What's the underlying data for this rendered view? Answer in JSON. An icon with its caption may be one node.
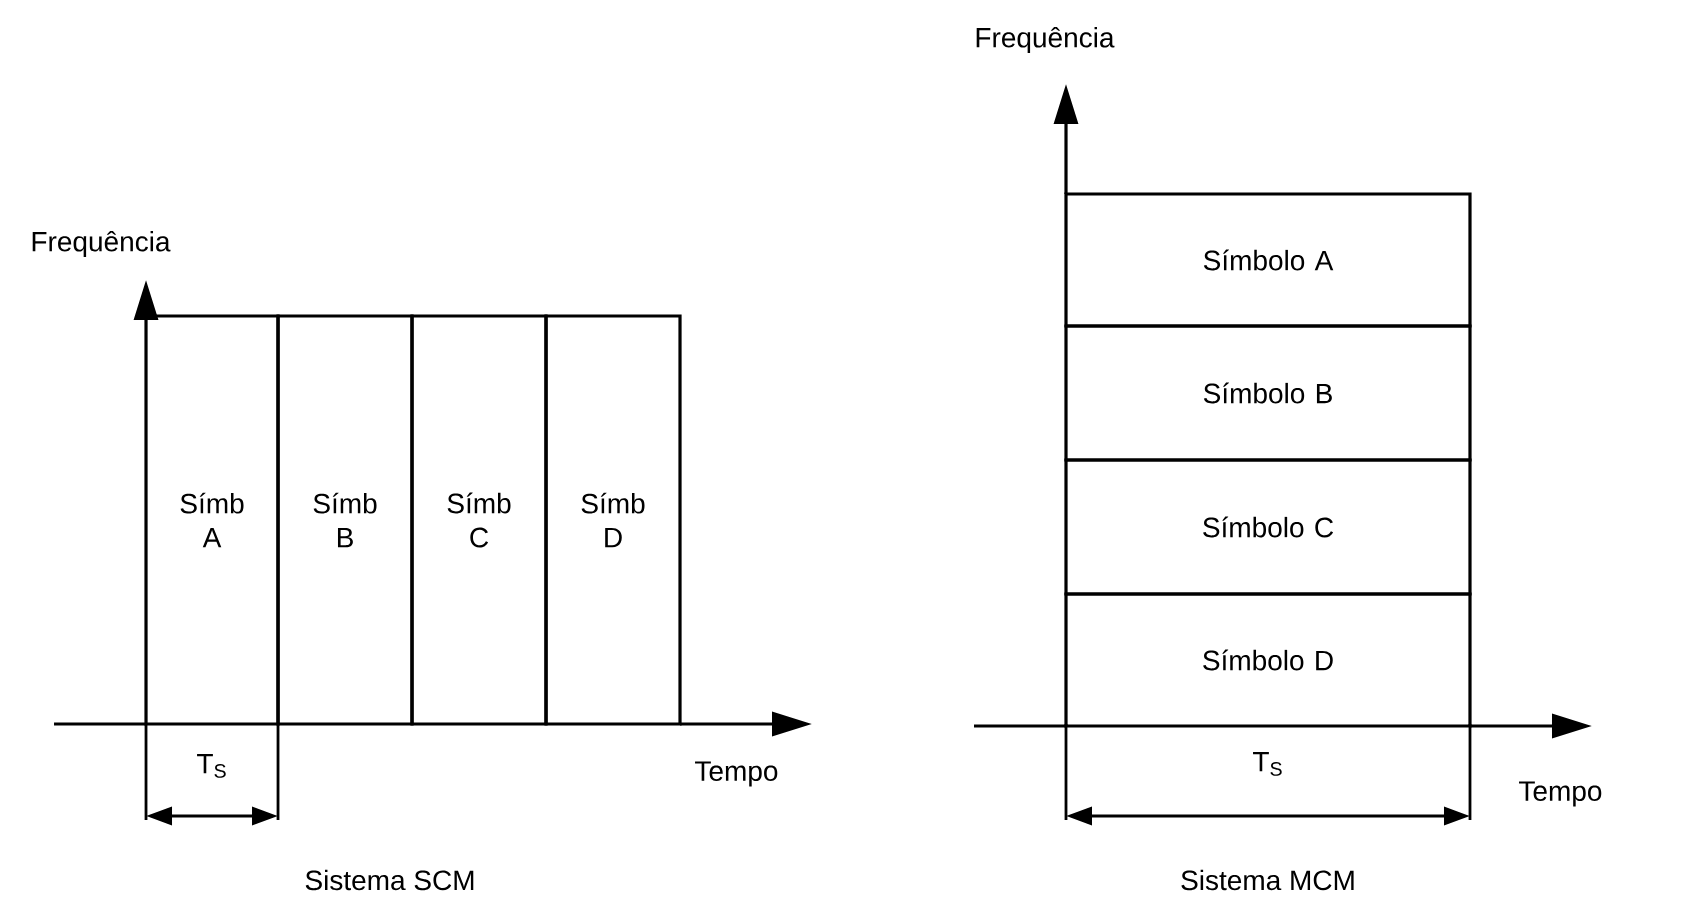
{
  "diagram": {
    "nodes": [
      {
        "text": [
          "Símb A"
        ]
      },
      {
        "text": [
          "Símb B"
        ]
      },
      {
        "text": [
          "Símb C"
        ]
      },
      {
        "text": [
          "Símb D"
        ]
      },
      {
        "text": [
          "Símbolo A"
        ]
      },
      {
        "text": [
          "Símbolo B"
        ]
      },
      {
        "text": [
          "Símbolo C"
        ]
      },
      {
        "text": [
          "Símbolo D"
        ]
      }
    ],
    "edges": [],
    "labels": [
      "Frequência",
      "Tempo",
      "T$_{S}$",
      "Sistema SCM",
      "Frequência",
      "T$_{S}$",
      "Tempo",
      "Sistema MCM"
    ]
  }
}
